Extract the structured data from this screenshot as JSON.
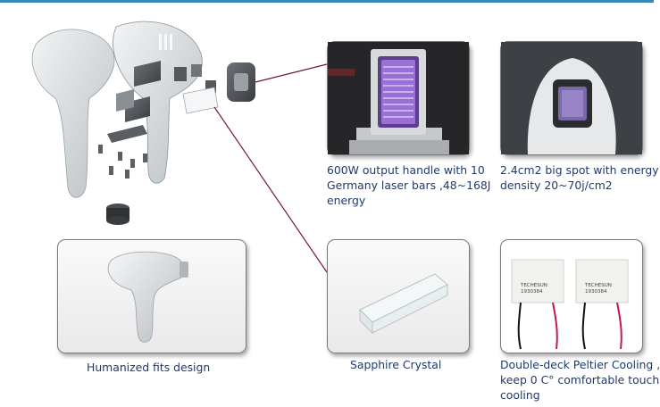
{
  "captions": {
    "handle": [
      "600W output handle with 10",
      "Germany laser bars ,48~168J",
      "energy"
    ],
    "spot": [
      "2.4cm2 big spot with energy",
      "density 20~70j/cm2"
    ],
    "humanized": [
      "Humanized fits design"
    ],
    "sapphire": [
      "Sapphire Crystal"
    ],
    "peltier": [
      "Double-deck Peltier Cooling ,",
      "keep 0 C° comfortable touch",
      "cooling"
    ]
  },
  "peltier_labels": {
    "left": [
      "TECHESUN",
      "1930384"
    ],
    "right": [
      "TECHESUN",
      "1930384"
    ]
  },
  "colors": {
    "caption": "#1f3a6b",
    "topbar": "#3a86b4",
    "leader_line": "#7a1830",
    "laser_glow": "#9a6fd6"
  }
}
